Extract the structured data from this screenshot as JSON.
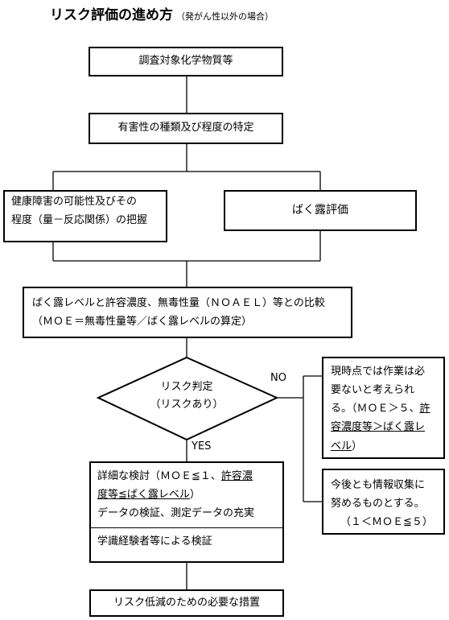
{
  "title": "リスク評価の進め方",
  "subtitle": "（発がん性以外の場合）",
  "nodes": {
    "target": "調査対象化学物質等",
    "hazard": "有害性の種類及び程度の特定",
    "dose_response_1": "健康障害の可能性及びその",
    "dose_response_2": "程度（量－反応関係）の把握",
    "exposure": "ばく露評価",
    "compare_1": "ばく露レベルと許容濃度、無毒性量（ＮＯＡＥＬ）等との比較",
    "compare_2": "（ＭＯＥ＝無毒性量等／ばく露レベルの算定）",
    "judge_1": "リスク判定",
    "judge_2": "（リスクあり）",
    "detail_1a": "詳細な検討（ＭＯＥ≦１、",
    "detail_1b": "許容濃",
    "detail_2a": "度等≦ばく露レベル",
    "detail_2b": "）",
    "detail_3": "データの検証、測定データの充実",
    "expert": "学識経験者等による検証",
    "measures": "リスク低減のための必要な措置",
    "no_need_1": "現時点では作業は必",
    "no_need_2": "要ないと考えられ",
    "no_need_3a": "る。（ＭＯＥ＞５、",
    "no_need_3b": "許",
    "no_need_4": "容濃度等＞ばく露レ",
    "no_need_5": "ベル",
    "no_need_5b": "）",
    "collect_1": "今後とも情報収集に",
    "collect_2": "努めるものとする。",
    "collect_3": "（１＜ＭＯＥ≦５）"
  },
  "labels": {
    "no": "NO",
    "yes": "YES"
  }
}
